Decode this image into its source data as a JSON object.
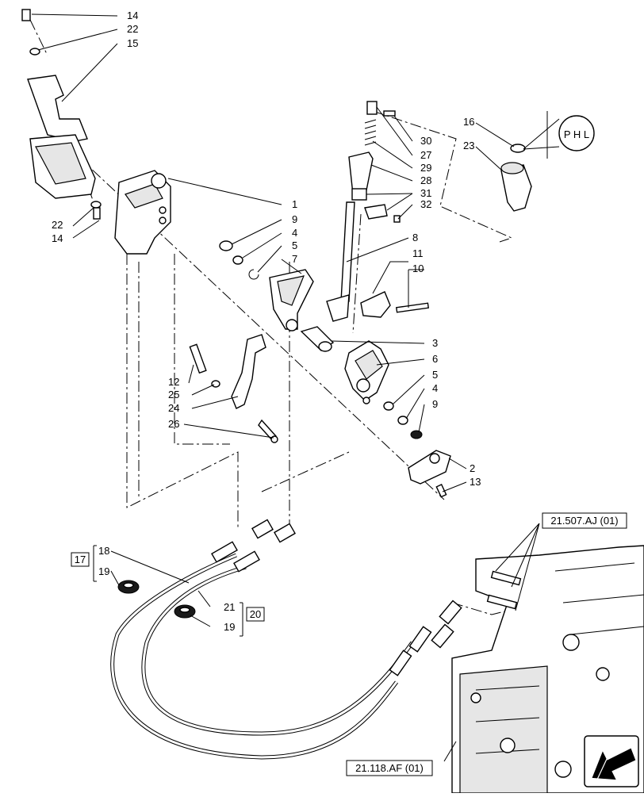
{
  "callouts": [
    "14",
    "22",
    "15",
    "22",
    "14",
    "1",
    "9",
    "4",
    "5",
    "7",
    "30",
    "27",
    "29",
    "28",
    "31",
    "32",
    "8",
    "11",
    "10",
    "16",
    "23",
    "3",
    "6",
    "5",
    "4",
    "9",
    "2",
    "13",
    "12",
    "25",
    "24",
    "26",
    "18",
    "19",
    "21",
    "19"
  ],
  "group_boxes": [
    "17",
    "20"
  ],
  "references": [
    "21.507.AJ (01)",
    "21.118.AF (01)"
  ],
  "gear_pattern_glyph": "P H L",
  "nav_arrow": "arrow-down-left-icon"
}
